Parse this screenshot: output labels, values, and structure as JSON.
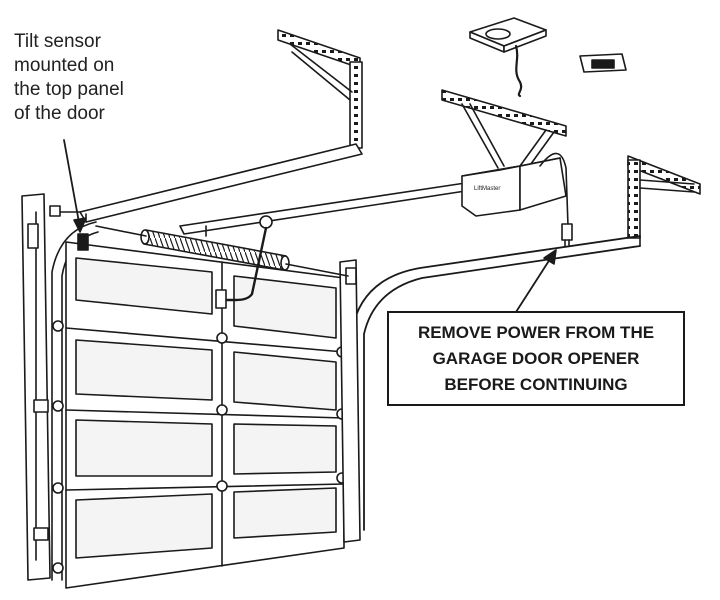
{
  "callout": {
    "lines": [
      "Tilt sensor",
      "mounted on",
      "the top panel",
      "of the door"
    ]
  },
  "warning": {
    "lines": [
      "REMOVE POWER FROM THE",
      "GARAGE DOOR OPENER",
      "BEFORE CONTINUING"
    ]
  },
  "colors": {
    "stroke": "#1a1a1a",
    "panel_fill": "#f4f4f4",
    "door_fill": "#ffffff"
  },
  "icons": [
    "tilt-sensor-icon",
    "garage-door-opener-icon",
    "torsion-spring-icon",
    "ceiling-light-icon",
    "wall-button-icon",
    "power-cord-icon"
  ]
}
